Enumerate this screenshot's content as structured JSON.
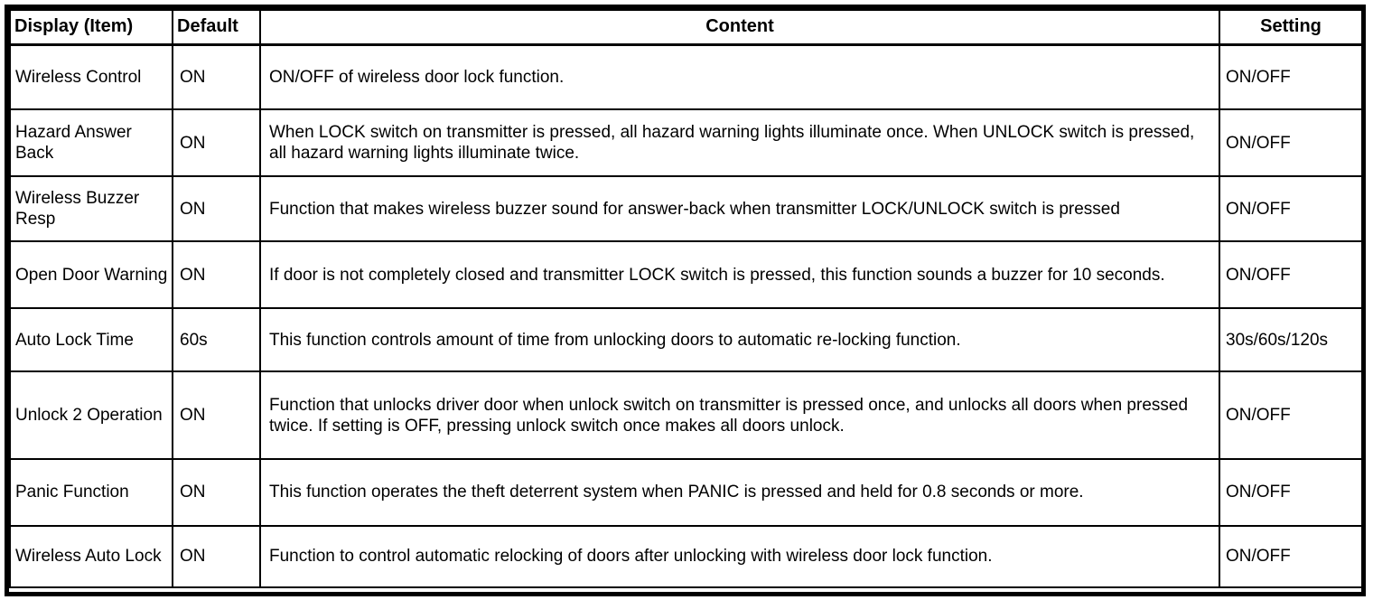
{
  "table": {
    "columns": [
      "Display (Item)",
      "Default",
      "Content",
      "Setting"
    ],
    "rows": [
      {
        "item": "Wireless Control",
        "default": "ON",
        "content": "ON/OFF of wireless door lock function.",
        "setting": "ON/OFF"
      },
      {
        "item": "Hazard Answer Back",
        "default": "ON",
        "content": "When LOCK switch on transmitter is pressed, all hazard warning lights illuminate once. When UNLOCK switch is pressed, all hazard warning lights illuminate twice.",
        "setting": "ON/OFF"
      },
      {
        "item": "Wireless Buzzer Resp",
        "default": "ON",
        "content": "Function that makes wireless buzzer sound for answer-back when transmitter LOCK/UNLOCK switch is pressed",
        "setting": "ON/OFF"
      },
      {
        "item": "Open Door Warning",
        "default": "ON",
        "content": "If door is not completely closed and transmitter LOCK switch is pressed, this function sounds a buzzer for 10 seconds.",
        "setting": "ON/OFF"
      },
      {
        "item": "Auto Lock Time",
        "default": "60s",
        "content": "This function controls amount of time from unlocking doors to automatic re-locking function.",
        "setting": "30s/60s/120s"
      },
      {
        "item": "Unlock 2 Operation",
        "default": "ON",
        "content": "Function that unlocks driver door when unlock switch on transmitter is pressed once, and unlocks all doors when pressed twice. If setting is OFF, pressing unlock switch once makes all doors unlock.",
        "setting": "ON/OFF"
      },
      {
        "item": "Panic Function",
        "default": "ON",
        "content": "This function operates the theft deterrent system when PANIC is pressed and held for 0.8 seconds or more.",
        "setting": "ON/OFF"
      },
      {
        "item": "Wireless Auto Lock",
        "default": "ON",
        "content": "Function to control automatic relocking of doors after unlocking with wireless door lock function.",
        "setting": "ON/OFF"
      }
    ]
  },
  "colors": {
    "border": "#000000",
    "background": "#ffffff",
    "text": "#000000"
  }
}
